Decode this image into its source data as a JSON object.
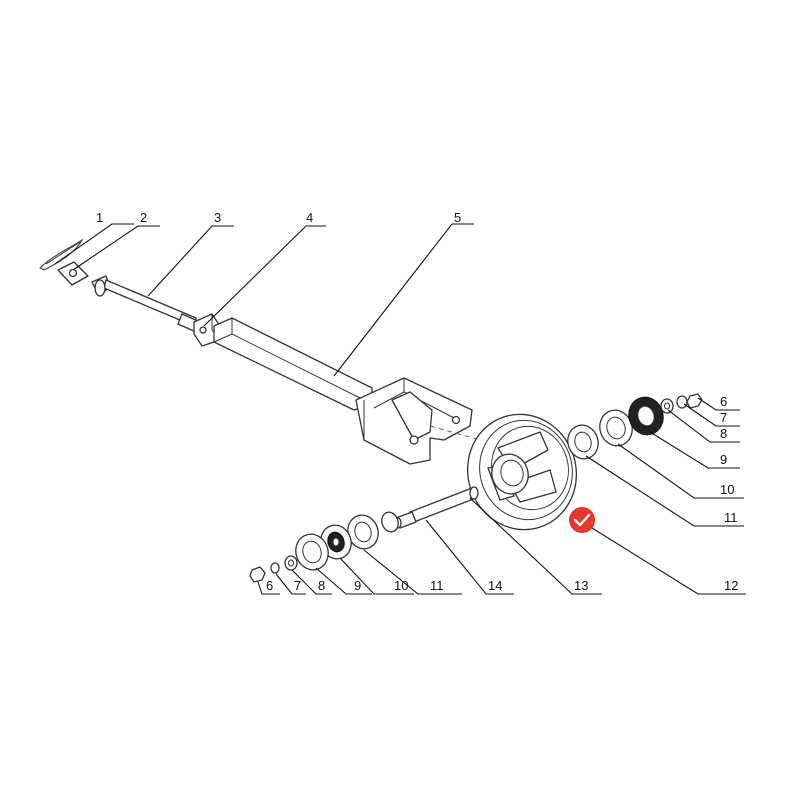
{
  "diagram": {
    "callouts": [
      {
        "id": "c1",
        "label": "1"
      },
      {
        "id": "c2",
        "label": "2"
      },
      {
        "id": "c3",
        "label": "3"
      },
      {
        "id": "c4",
        "label": "4"
      },
      {
        "id": "c5",
        "label": "5"
      },
      {
        "id": "c6a",
        "label": "6"
      },
      {
        "id": "c7a",
        "label": "7"
      },
      {
        "id": "c8a",
        "label": "8"
      },
      {
        "id": "c9a",
        "label": "9"
      },
      {
        "id": "c10a",
        "label": "10"
      },
      {
        "id": "c11a",
        "label": "11"
      },
      {
        "id": "c12",
        "label": "12"
      },
      {
        "id": "c13",
        "label": "13"
      },
      {
        "id": "c14",
        "label": "14"
      },
      {
        "id": "c6b",
        "label": "6"
      },
      {
        "id": "c7b",
        "label": "7"
      },
      {
        "id": "c8b",
        "label": "8"
      },
      {
        "id": "c9b",
        "label": "9"
      },
      {
        "id": "c10b",
        "label": "10"
      },
      {
        "id": "c11b",
        "label": "11"
      }
    ],
    "marker": {
      "color": "#e8362c",
      "icon": "check-icon"
    }
  }
}
